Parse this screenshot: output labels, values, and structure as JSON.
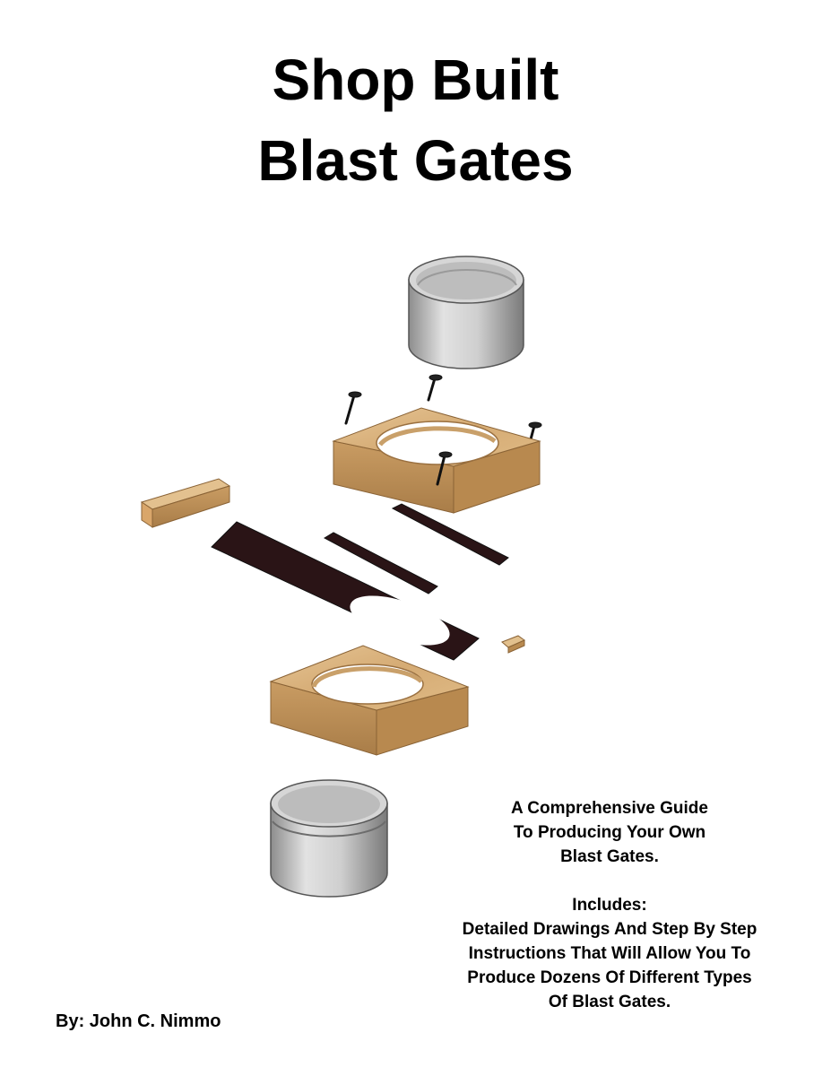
{
  "cover": {
    "title_line1": "Shop Built",
    "title_line2": "Blast Gates",
    "description": {
      "line1": "A Comprehensive Guide",
      "line2": "To Producing Your Own",
      "line3": "Blast Gates.",
      "line4": "Includes:",
      "line5": "Detailed Drawings And Step By Step",
      "line6": "Instructions That Will Allow You To",
      "line7": "Produce Dozens Of Different Types",
      "line8": "Of Blast Gates."
    },
    "author": "By: John C. Nimmo"
  },
  "colors": {
    "wood_top": "#ddb98a",
    "wood_side": "#c3955f",
    "metal": "#cfcfcf",
    "gate_plate": "#2a1416"
  }
}
